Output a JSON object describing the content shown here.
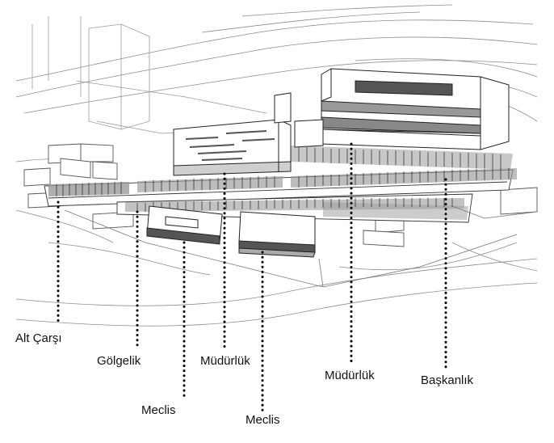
{
  "labels": {
    "alt_carsi": "Alt Çarşı",
    "golgelik": "Gölgelik",
    "mudurluk_left": "Müdürlük",
    "meclis_left": "Meclis",
    "meclis_right": "Meclis",
    "mudurluk_right": "Müdürlük",
    "baskanlik": "Başkanlık"
  },
  "colors": {
    "ink": "#111111",
    "context_line": "#8c8c8c",
    "building_fill": "#ffffff",
    "shadow": "#9a9a9a",
    "leader": "#000000"
  }
}
